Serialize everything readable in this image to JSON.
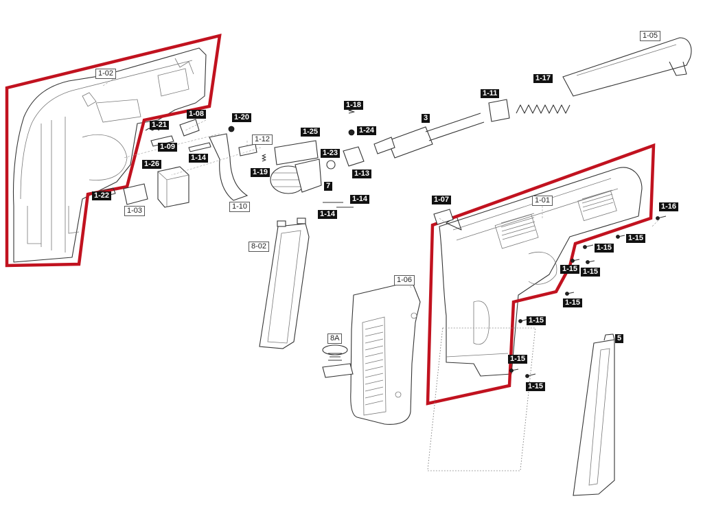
{
  "diagram": {
    "labels": {
      "p102": "1-02",
      "p105": "1-05",
      "p117": "1-17",
      "p111": "1-11",
      "p3": "3",
      "p118": "1-18",
      "p124": "1-24",
      "p108": "1-08",
      "p120": "1-20",
      "p121": "1-21",
      "p109": "1-09",
      "p112": "1-12",
      "p125": "1-25",
      "p123": "1-23",
      "p113": "1-13",
      "p114a": "1-14",
      "p119": "1-19",
      "p126": "1-26",
      "p7": "7",
      "p114b": "1-14",
      "p114c": "1-14",
      "p122": "1-22",
      "p103": "1-03",
      "p110": "1-10",
      "p107": "1-07",
      "p101": "1-01",
      "p116": "1-16",
      "p115a": "1-15",
      "p115b": "1-15",
      "p115c": "1-15",
      "p115d": "1-15",
      "p115e": "1-15",
      "p115f": "1-15",
      "p115g": "1-15",
      "p115h": "1-15",
      "p802": "8-02",
      "p106": "1-06",
      "p8a": "8A",
      "p5": "5"
    },
    "highlight_color": "#c1121f"
  }
}
